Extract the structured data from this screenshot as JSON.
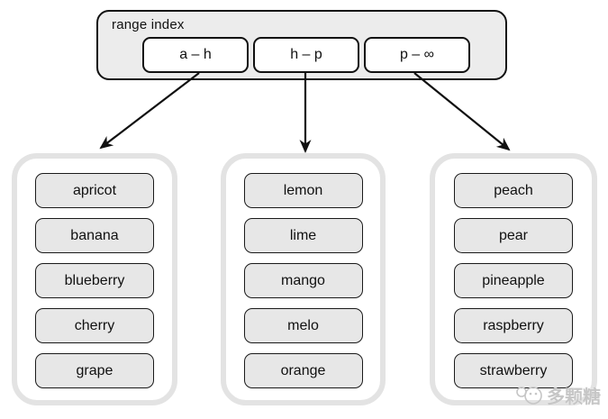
{
  "header": {
    "label": "range index",
    "buttons": [
      {
        "label": "a – h"
      },
      {
        "label": "h – p"
      },
      {
        "label": "p – ∞"
      }
    ]
  },
  "groups": [
    {
      "range": "a – h",
      "items": [
        "apricot",
        "banana",
        "blueberry",
        "cherry",
        "grape"
      ]
    },
    {
      "range": "h – p",
      "items": [
        "lemon",
        "lime",
        "mango",
        "melo",
        "orange"
      ]
    },
    {
      "range": "p – ∞",
      "items": [
        "peach",
        "pear",
        "pineapple",
        "raspberry",
        "strawberry"
      ]
    }
  ],
  "watermark": {
    "text": "多颗糖"
  },
  "colors": {
    "stroke": "#111111",
    "box_fill": "#ececec",
    "container_border": "#e3e3e3",
    "item_fill": "#e7e7e7",
    "watermark": "#c6c6c6"
  }
}
